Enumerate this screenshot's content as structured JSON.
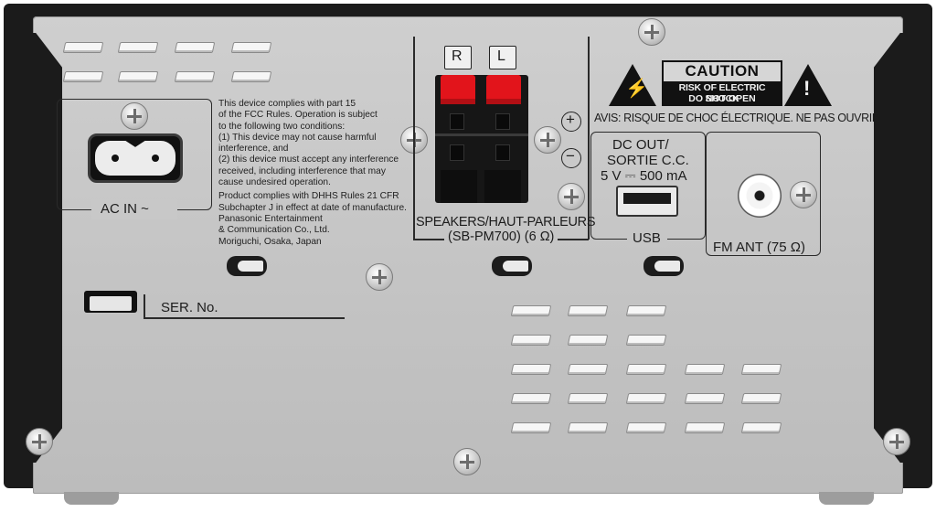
{
  "ac": {
    "compliance_lines": [
      "This device complies with part 15",
      "of the FCC Rules. Operation is subject",
      "to the following two conditions:",
      "(1) This device may not cause harmful",
      "interference, and",
      "(2) this device must accept any interference",
      "received, including interference that may",
      "cause undesired operation.",
      "Product complies with DHHS Rules 21 CFR",
      "Subchapter J in effect at date of manufacture.",
      "Panasonic Entertainment",
      "& Communication Co., Ltd.",
      "Moriguchi, Osaka, Japan"
    ],
    "label": "AC IN ~"
  },
  "serial": {
    "label": "SER. No."
  },
  "speakers": {
    "right": "R",
    "left": "L",
    "plus": "+",
    "minus": "−",
    "label_line1": "SPEAKERS/HAUT-PARLEURS",
    "label_line2": "(SB-PM700) (6 Ω)"
  },
  "caution": {
    "title": "CAUTION",
    "line1": "RISK OF ELECTRIC SHOCK",
    "line2": "DO NOT OPEN",
    "avis": "AVIS: RISQUE DE CHOC ÉLECTRIQUE. NE PAS OUVRIR."
  },
  "usb": {
    "line1": "DC OUT/",
    "line2": "SORTIE C.C.",
    "line3": "5 V ⎓ 500 mA",
    "label": "USB"
  },
  "fm": {
    "label": "FM ANT (75 Ω)"
  },
  "colors": {
    "chassis": "#1b1b1b",
    "panel": "#c8c8c8",
    "terminal_red": "#e2141b"
  }
}
